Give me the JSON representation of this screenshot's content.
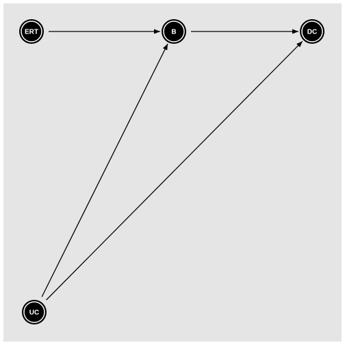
{
  "diagram": {
    "type": "directed-graph",
    "colors": {
      "panel_background": "#e5e5e5",
      "node_fill": "#000000",
      "node_ring": "#ffffff",
      "node_label": "#ffffff",
      "edge": "#000000"
    },
    "nodes": [
      {
        "id": "ERT",
        "label": "ERT"
      },
      {
        "id": "B",
        "label": "B"
      },
      {
        "id": "DC",
        "label": "DC"
      },
      {
        "id": "UC",
        "label": "UC"
      }
    ],
    "edges": [
      {
        "from": "ERT",
        "to": "B"
      },
      {
        "from": "B",
        "to": "DC"
      },
      {
        "from": "UC",
        "to": "B"
      },
      {
        "from": "UC",
        "to": "DC"
      }
    ]
  }
}
